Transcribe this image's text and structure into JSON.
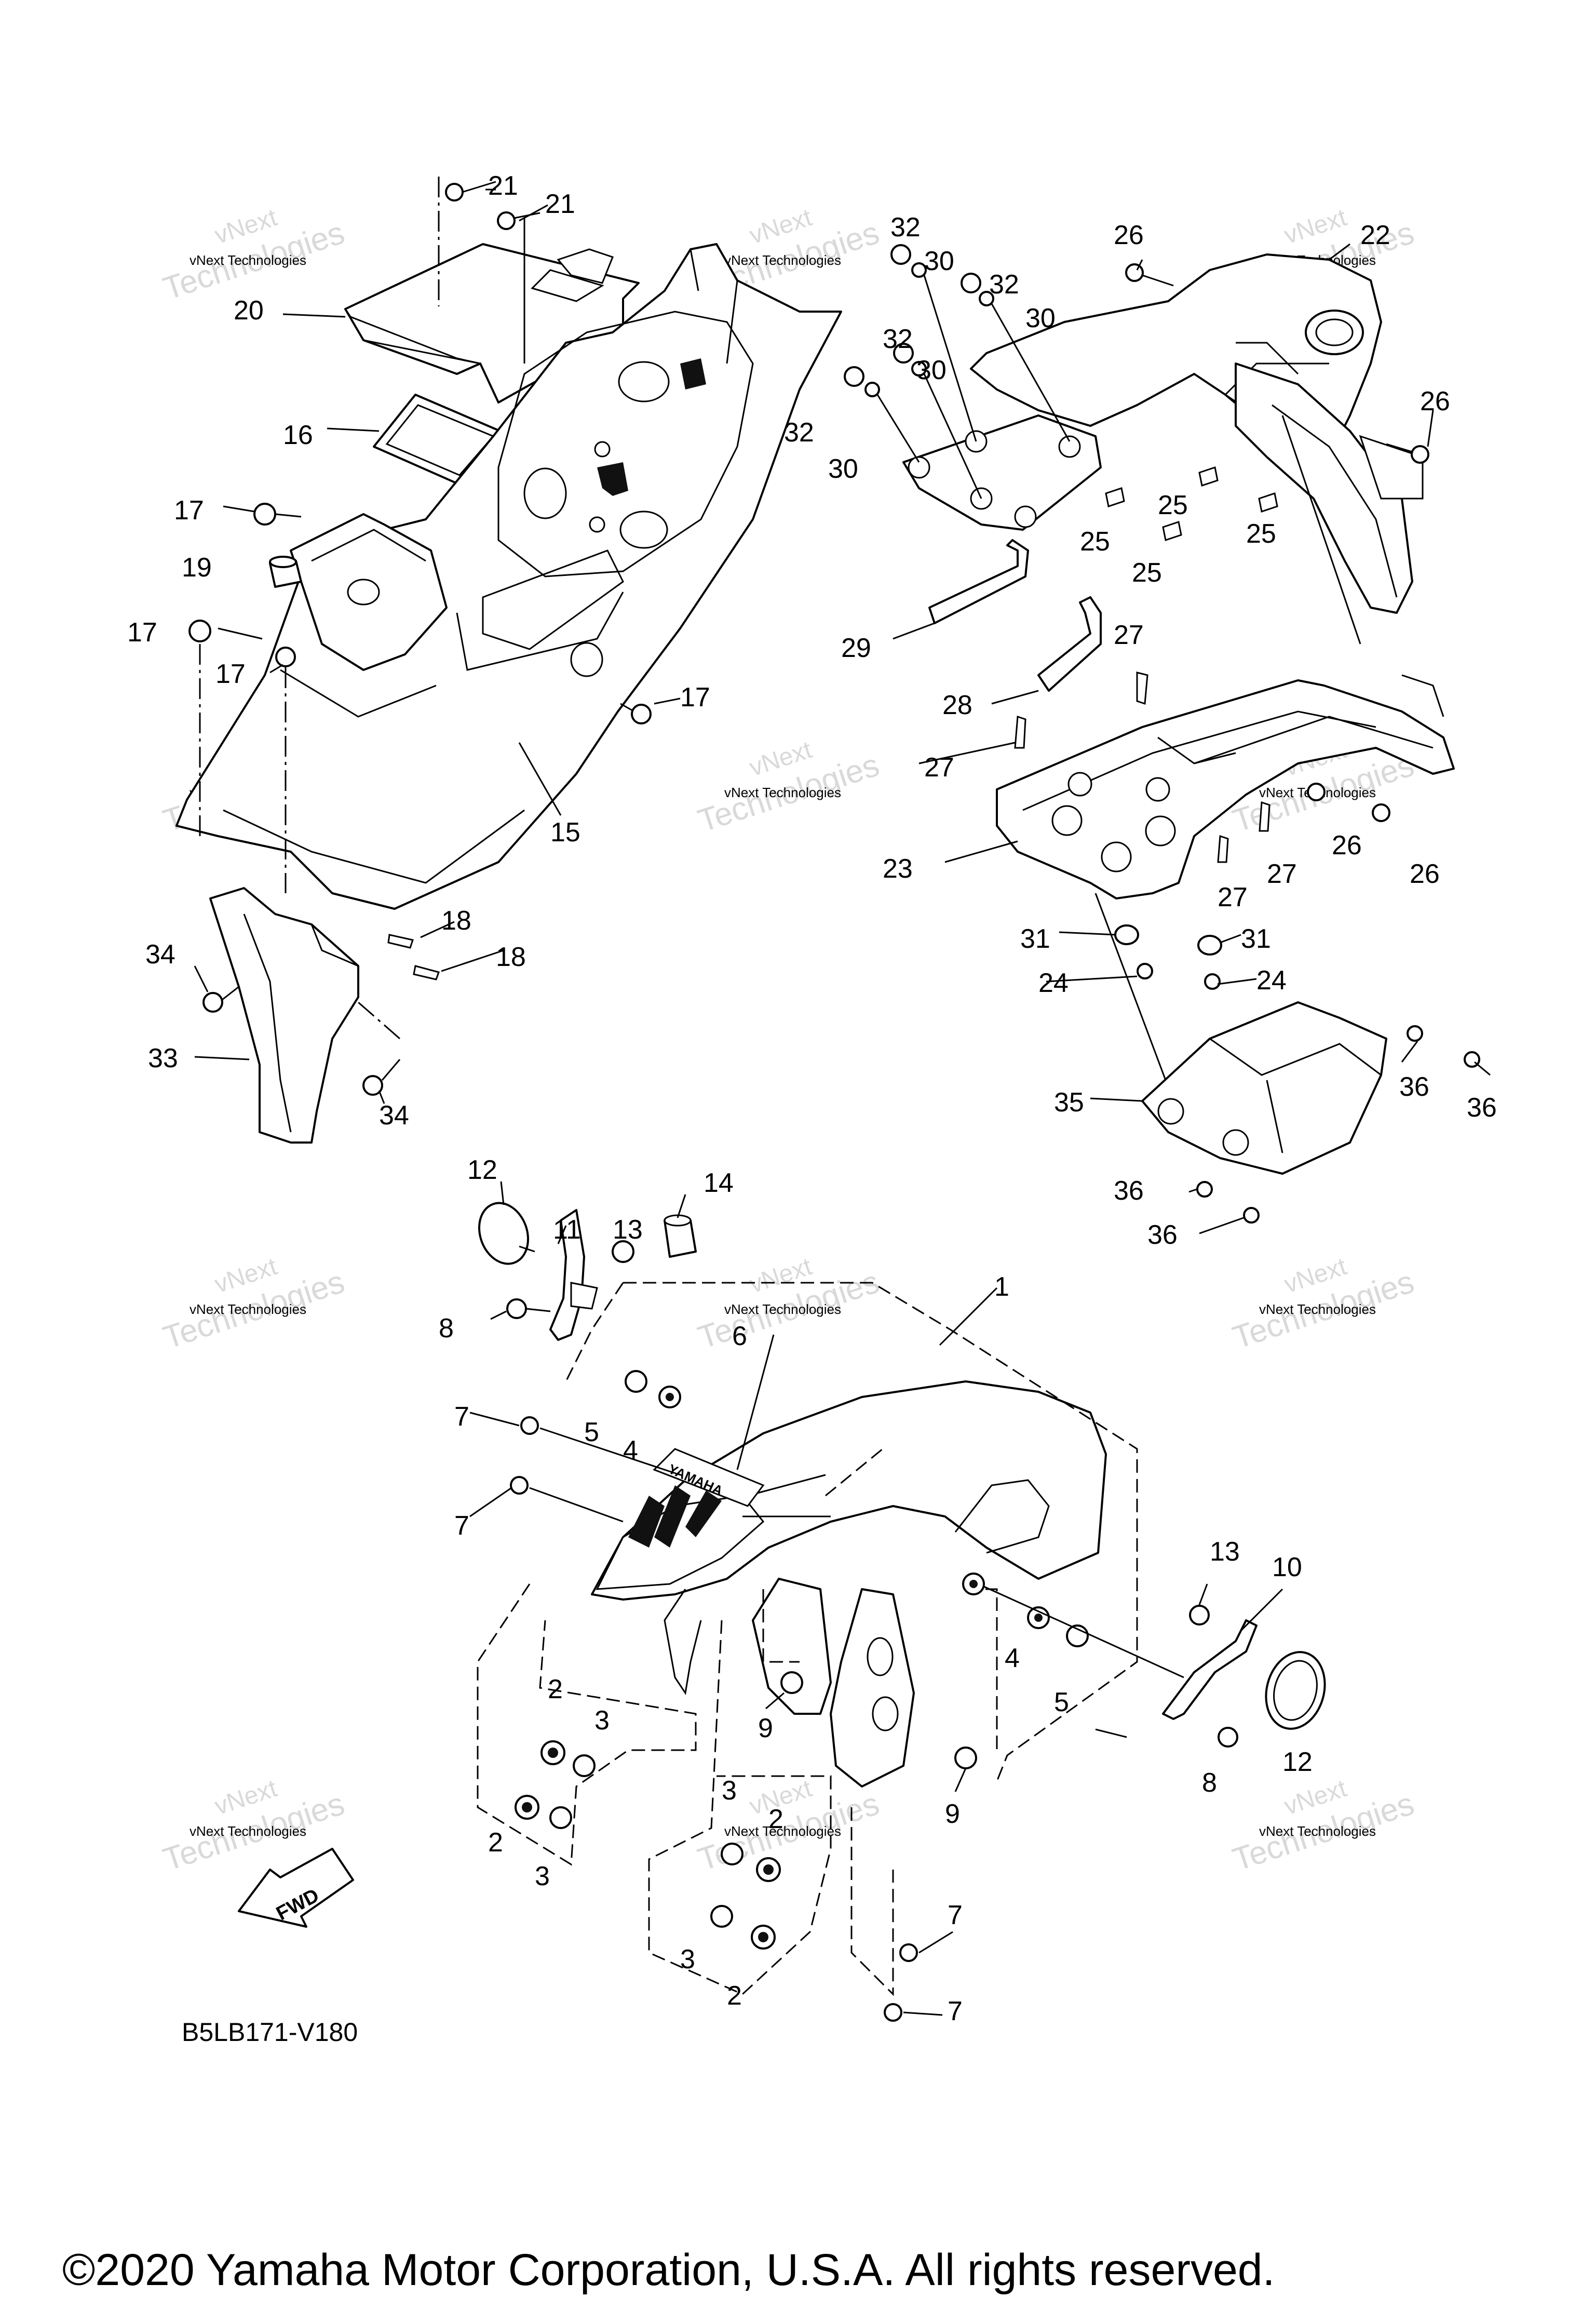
{
  "diagram": {
    "code": "B5LB171-V180",
    "fwd_label": "FWD",
    "copyright": "©2020 Yamaha Motor Corporation, U.S.A. All rights reserved.",
    "watermark_line1": "vNext Technologies",
    "watermark_line2": "vNext",
    "watermark_line3": "Technologies",
    "brand_text": "YAMAHA",
    "callouts": [
      "1",
      "2",
      "3",
      "4",
      "5",
      "6",
      "7",
      "8",
      "9",
      "10",
      "11",
      "12",
      "13",
      "14",
      "15",
      "16",
      "17",
      "18",
      "19",
      "20",
      "21",
      "22",
      "23",
      "24",
      "25",
      "26",
      "27",
      "28",
      "29",
      "30",
      "31",
      "32",
      "33",
      "34",
      "35",
      "36"
    ]
  }
}
